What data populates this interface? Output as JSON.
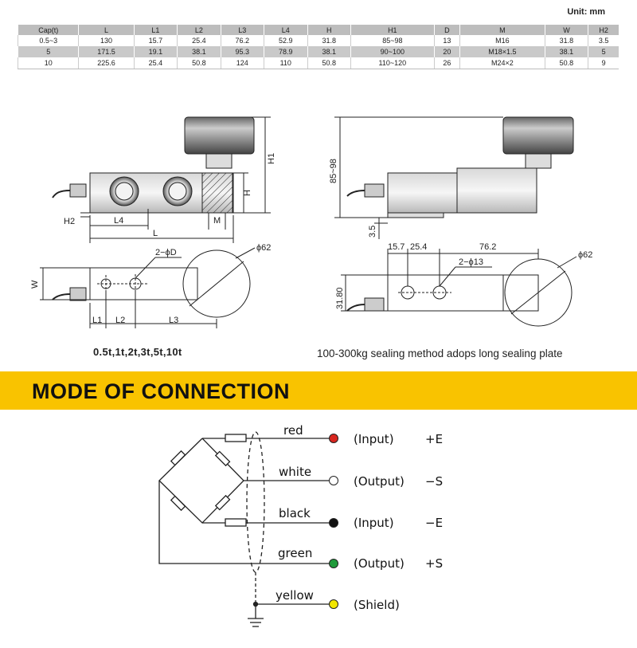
{
  "unit_label": "Unit: mm",
  "spec_table": {
    "headers": [
      "Cap(t)",
      "L",
      "L1",
      "L2",
      "L3",
      "L4",
      "H",
      "H1",
      "D",
      "M",
      "W",
      "H2"
    ],
    "rows": [
      [
        "0.5~3",
        "130",
        "15.7",
        "25.4",
        "76.2",
        "52.9",
        "31.8",
        "85~98",
        "13",
        "M16",
        "31.8",
        "3.5"
      ],
      [
        "5",
        "171.5",
        "19.1",
        "38.1",
        "95.3",
        "78.9",
        "38.1",
        "90~100",
        "20",
        "M18×1.5",
        "38.1",
        "5"
      ],
      [
        "10",
        "225.6",
        "25.4",
        "50.8",
        "124",
        "110",
        "50.8",
        "110~120",
        "26",
        "M24×2",
        "50.8",
        "9"
      ]
    ]
  },
  "left_drawing": {
    "labels": {
      "h1": "H1",
      "h": "H",
      "h2": "H2",
      "l4": "L4",
      "l": "L",
      "m": "M",
      "d_holes": "2−ϕD",
      "dia": "ϕ62",
      "w": "W",
      "l1": "L1",
      "l2": "L2",
      "l3": "L3"
    },
    "caption": "0.5t,1t,2t,3t,5t,10t"
  },
  "right_drawing": {
    "labels": {
      "height": "85~98",
      "base": "3.5",
      "d1": "15.7",
      "d2": "25.4",
      "d3": "76.2",
      "holes": "2−ϕ13",
      "dia": "ϕ62",
      "width": "31.80"
    },
    "caption": "100-300kg sealing method adops long sealing plate"
  },
  "section_title": "MODE OF CONNECTION",
  "connection": {
    "wires": [
      {
        "color_name": "red",
        "role": "(Input)",
        "signal": "+E",
        "dot": "#d8261f"
      },
      {
        "color_name": "white",
        "role": "(Output)",
        "signal": "−S",
        "dot": "#ffffff"
      },
      {
        "color_name": "black",
        "role": "(Input)",
        "signal": "−E",
        "dot": "#111111"
      },
      {
        "color_name": "green",
        "role": "(Output)",
        "signal": "+S",
        "dot": "#1f9a3a"
      },
      {
        "color_name": "yellow",
        "role": "(Shield)",
        "signal": "",
        "dot": "#f2e600"
      }
    ]
  },
  "colors": {
    "banner": "#f9c300",
    "table_header": "#bdbdbd"
  }
}
